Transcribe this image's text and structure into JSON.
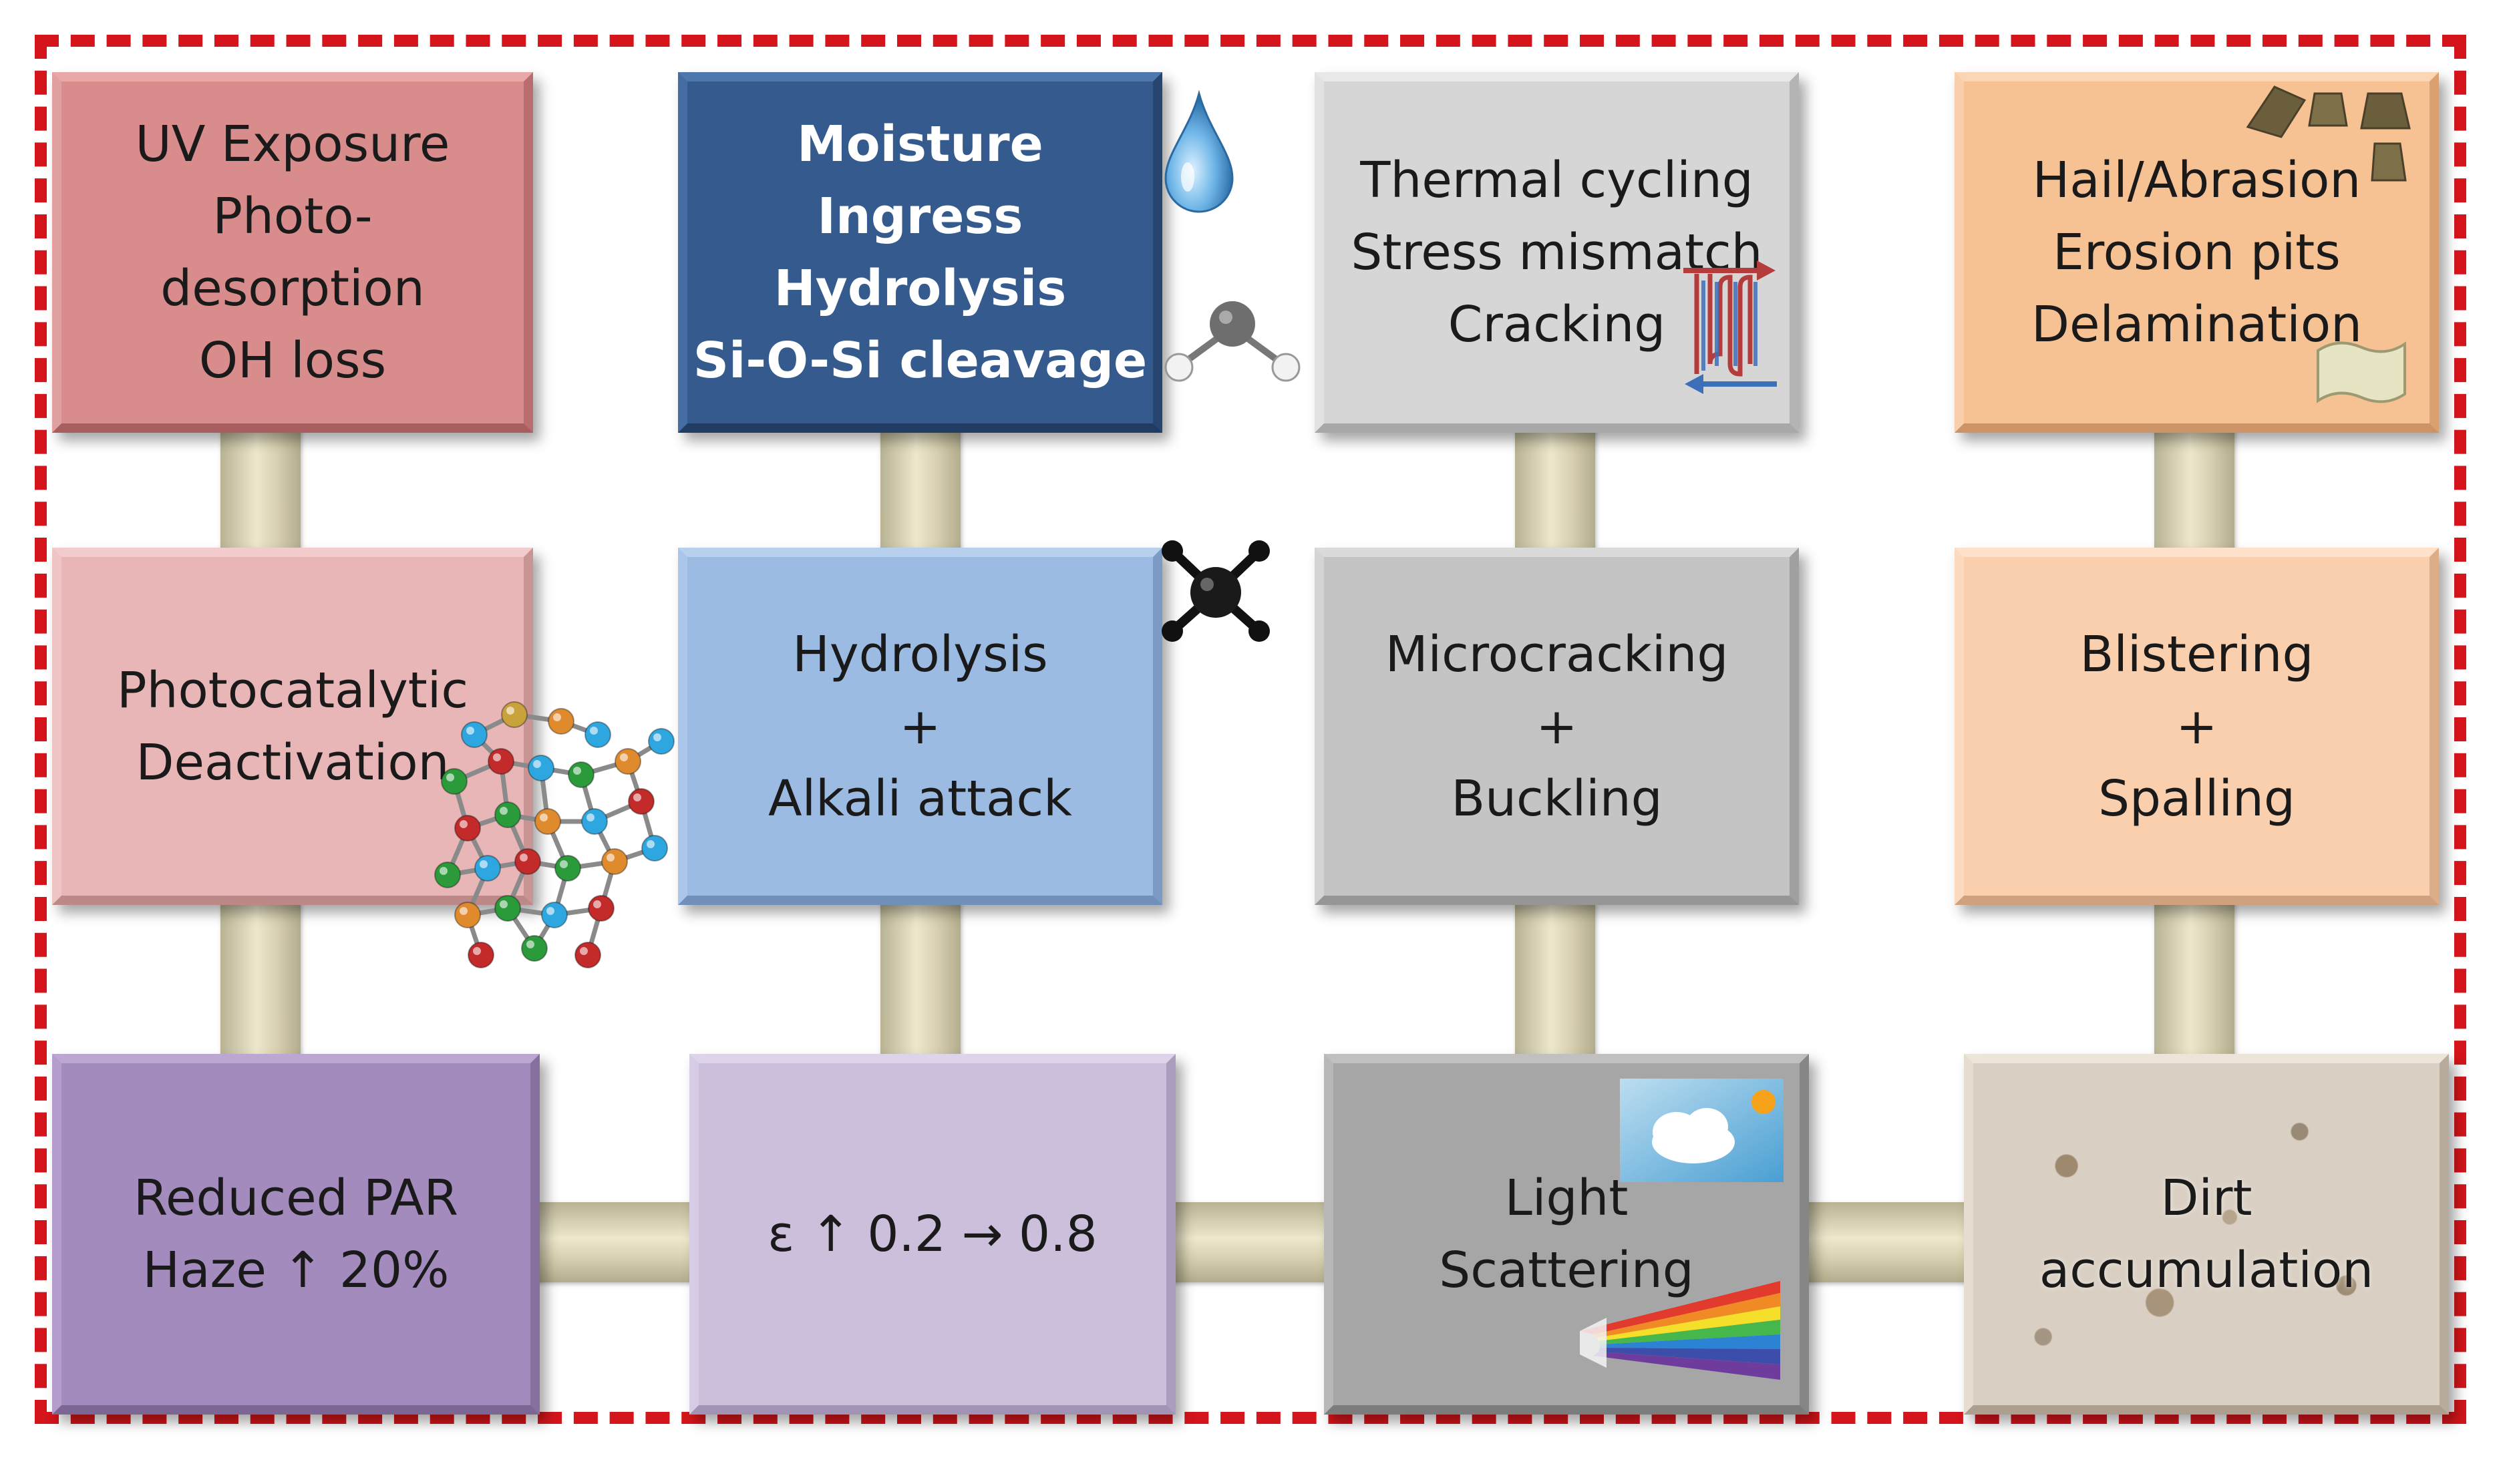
{
  "frame": {
    "border_color": "#d4151b",
    "style": "dashed"
  },
  "row1": {
    "uv": [
      "UV Exposure",
      "Photo-",
      "desorption",
      "OH loss"
    ],
    "moisture": [
      "Moisture Ingress",
      "Hydrolysis",
      "Si-O-Si cleavage"
    ],
    "thermal": [
      "Thermal cycling",
      "Stress mismatch",
      "Cracking"
    ],
    "hail": [
      "Hail/Abrasion",
      "Erosion pits",
      "Delamination"
    ]
  },
  "row2": {
    "photocatalytic": [
      "Photocatalytic",
      "Deactivation"
    ],
    "hydrolysis": [
      "Hydrolysis",
      "+",
      "Alkali attack"
    ],
    "microcracking": [
      "Microcracking",
      "+",
      "Buckling"
    ],
    "blistering": [
      "Blistering",
      "+",
      "Spalling"
    ]
  },
  "row3": {
    "par": [
      "Reduced PAR",
      "Haze ↑ 20%"
    ],
    "emissivity": [
      "ε ↑ 0.2 → 0.8"
    ],
    "scattering": [
      "Light",
      "Scattering"
    ],
    "dirt": [
      "Dirt",
      "accumulation"
    ]
  },
  "icons": [
    "water-drop-icon",
    "water-molecule-icon",
    "heat-exchanger-icon",
    "hail-stones-icon",
    "film-sheet-icon",
    "molecule-network-icon",
    "tetrahedral-molecule-icon",
    "sun-cloud-icon",
    "spectrum-prism-icon"
  ],
  "colors": {
    "uv": "#d88c8c",
    "moisture": "#355a8e",
    "thermal": "#d6d6d6",
    "hail": "#f6c193",
    "photocatalytic": "#e8b6b6",
    "hydrolysis": "#9bbbe2",
    "microcracking": "#c4c4c4",
    "blistering": "#f9cfae",
    "par": "#a48bbd",
    "emissivity": "#cbbfdc",
    "scattering": "#a6a6a6",
    "dirt": "#d9cfc3",
    "connector": "#e3dcbf"
  }
}
